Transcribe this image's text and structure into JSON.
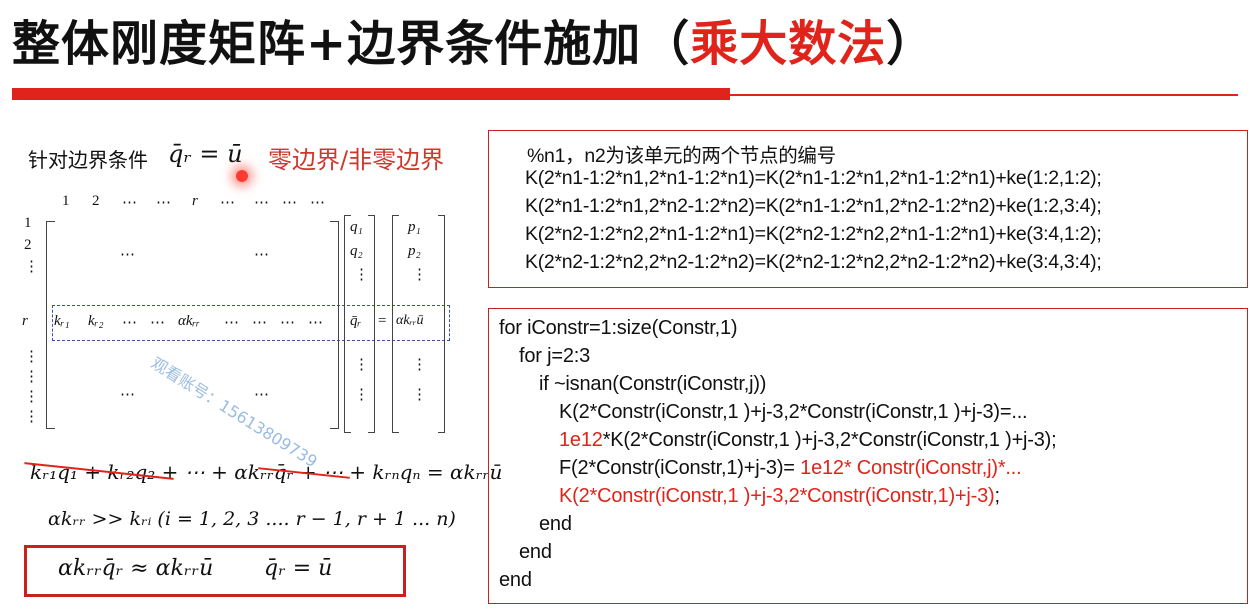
{
  "title": {
    "main": "整体刚度矩阵+边界条件施加（",
    "highlight": "乘大数法",
    "close": "）"
  },
  "left_panel": {
    "bc_label": "针对边界条件",
    "bc_math": "q̄ᵣ = ū",
    "bc_types": "零边界/非零边界",
    "col_index": [
      "1",
      "2",
      "⋯",
      "⋯",
      "r",
      "⋯",
      "⋯",
      "⋯",
      "⋯"
    ],
    "row_index": [
      "1",
      "2",
      "⋮",
      "r",
      "⋮",
      "⋮",
      "⋮",
      "⋮"
    ],
    "row_r": [
      "kᵣ₁",
      "kᵣ₂",
      "⋯",
      "⋯",
      "αkᵣᵣ",
      "⋯",
      "⋯",
      "⋯",
      "⋯"
    ],
    "vector_q": [
      "q₁",
      "q₂",
      "⋮",
      "q̄ᵣ",
      "⋮",
      "⋮"
    ],
    "vector_p": [
      "p₁",
      "p₂",
      "⋮",
      "αkᵣᵣū",
      "⋮",
      "⋮"
    ],
    "dots": "⋯",
    "eq_sign": "=",
    "watermark": "观看账号：15613809739",
    "struck_equation": "kᵣ₁q₁ + kᵣ₂q₂ + ⋯ + αkᵣᵣq̄ᵣ + ⋯ + kᵣₙqₙ = αkᵣᵣū",
    "condition": "αkᵣᵣ >> kᵣᵢ   (i = 1, 2, 3 .... r − 1, r + 1 ... n)",
    "result_a": "αkᵣᵣq̄ᵣ ≈ αkᵣᵣū",
    "result_b": "q̄ᵣ = ū"
  },
  "code_assembly": [
    "%n1，n2为该单元的两个节点的编号",
    "K(2*n1-1:2*n1,2*n1-1:2*n1)=K(2*n1-1:2*n1,2*n1-1:2*n1)+ke(1:2,1:2);",
    "K(2*n1-1:2*n1,2*n2-1:2*n2)=K(2*n1-1:2*n1,2*n2-1:2*n2)+ke(1:2,3:4);",
    "K(2*n2-1:2*n2,2*n1-1:2*n1)=K(2*n2-1:2*n2,2*n1-1:2*n1)+ke(3:4,1:2);",
    "K(2*n2-1:2*n2,2*n2-1:2*n2)=K(2*n2-1:2*n2,2*n2-1:2*n2)+ke(3:4,3:4);"
  ],
  "code_bc": {
    "l1": "for iConstr=1:size(Constr,1)",
    "l2": "for j=2:3",
    "l3": "if ~isnan(Constr(iConstr,j))",
    "l4": "K(2*Constr(iConstr,1 )+j-3,2*Constr(iConstr,1 )+j-3)=...",
    "l5_red": "1e12",
    "l5_rest": "*K(2*Constr(iConstr,1 )+j-3,2*Constr(iConstr,1 )+j-3);",
    "l6_black": "F(2*Constr(iConstr,1)+j-3)= ",
    "l6_red": "1e12* Constr(iConstr,j)*...",
    "l7_red": "K(2*Constr(iConstr,1 )+j-3,2*Constr(iConstr,1)+j-3)",
    "l7_black": ";",
    "l8": "end",
    "l9": "end",
    "l10": "end"
  },
  "colors": {
    "accent": "#e0241b",
    "highlight_box": "#3a4fa8"
  }
}
